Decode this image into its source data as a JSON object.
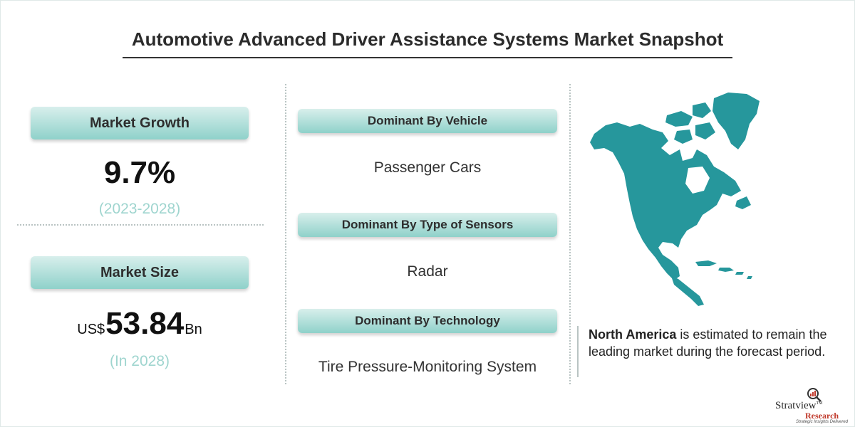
{
  "title": "Automotive Advanced Driver Assistance Systems Market Snapshot",
  "market_growth": {
    "label": "Market Growth",
    "value": "9.7%",
    "period": "(2023-2028)"
  },
  "market_size": {
    "label": "Market Size",
    "prefix": "US$",
    "value": "53.84",
    "suffix": "Bn",
    "period": "(In 2028)"
  },
  "dominant": [
    {
      "label": "Dominant By Vehicle",
      "value": "Passenger Cars"
    },
    {
      "label": "Dominant By Type of Sensors",
      "value": "Radar"
    },
    {
      "label": "Dominant By Technology",
      "value": "Tire Pressure-Monitoring System"
    }
  ],
  "region": {
    "name": "North America",
    "text": " is estimated to remain the leading market during the forecast period."
  },
  "logo": {
    "name_pre": "Stratv",
    "name_post": "iew",
    "tm": "TM",
    "research": "Research",
    "tagline": "Strategic Insights Delivered"
  },
  "colors": {
    "accent": "#8fd1ca",
    "map": "#26979c",
    "period_text": "#9fd5cf",
    "logo_red": "#c0392b"
  },
  "icons": [
    "north-america-map",
    "magnifier-chart-icon"
  ]
}
